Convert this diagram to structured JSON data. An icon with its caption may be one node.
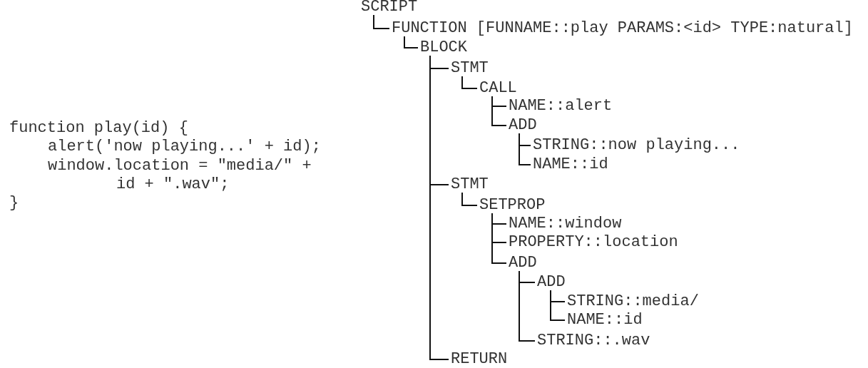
{
  "diagram": {
    "nodes": [
      {
        "text": [
          "SCRIPT"
        ]
      },
      {
        "text": [
          "FUNCTION [FUNNAME::play PARAMS:<id> TYPE:natural]"
        ]
      },
      {
        "text": [
          "BLOCK"
        ]
      },
      {
        "text": [
          "STMT"
        ]
      },
      {
        "text": [
          "CALL"
        ]
      },
      {
        "text": [
          "NAME::alert"
        ]
      },
      {
        "text": [
          "ADD"
        ]
      },
      {
        "text": [
          "STRING::now playing..."
        ]
      },
      {
        "text": [
          "NAME::id"
        ]
      },
      {
        "text": [
          "STMT"
        ]
      },
      {
        "text": [
          "SETPROP"
        ]
      },
      {
        "text": [
          "NAME::window"
        ]
      },
      {
        "text": [
          "PROPERTY::location"
        ]
      },
      {
        "text": [
          "ADD"
        ]
      },
      {
        "text": [
          "ADD"
        ]
      },
      {
        "text": [
          "STRING::media/"
        ]
      },
      {
        "text": [
          "NAME::id"
        ]
      },
      {
        "text": [
          "STRING::.wav"
        ]
      },
      {
        "text": [
          "RETURN"
        ]
      }
    ],
    "edges": [
      {
        "from": 0,
        "to": 1,
        "arrow": "none"
      },
      {
        "from": 1,
        "to": 2,
        "arrow": "none"
      },
      {
        "from": 2,
        "to": 3,
        "arrow": "none"
      },
      {
        "from": 3,
        "to": 4,
        "arrow": "none"
      },
      {
        "from": 4,
        "to": 5,
        "arrow": "none"
      },
      {
        "from": 4,
        "to": 6,
        "arrow": "none"
      },
      {
        "from": 6,
        "to": 7,
        "arrow": "none"
      },
      {
        "from": 6,
        "to": 8,
        "arrow": "none"
      },
      {
        "from": 2,
        "to": 9,
        "arrow": "none"
      },
      {
        "from": 9,
        "to": 10,
        "arrow": "none"
      },
      {
        "from": 10,
        "to": 11,
        "arrow": "none"
      },
      {
        "from": 10,
        "to": 12,
        "arrow": "none"
      },
      {
        "from": 10,
        "to": 13,
        "arrow": "none"
      },
      {
        "from": 13,
        "to": 14,
        "arrow": "none"
      },
      {
        "from": 14,
        "to": 15,
        "arrow": "none"
      },
      {
        "from": 14,
        "to": 16,
        "arrow": "none"
      },
      {
        "from": 13,
        "to": 17,
        "arrow": "none"
      },
      {
        "from": 2,
        "to": 18,
        "arrow": "none"
      }
    ],
    "labels": [
      "function play(id) {",
      "alert('now playing...' + id);",
      "window.location = \"media/\" +",
      "id + \".wav\";",
      "}"
    ]
  }
}
